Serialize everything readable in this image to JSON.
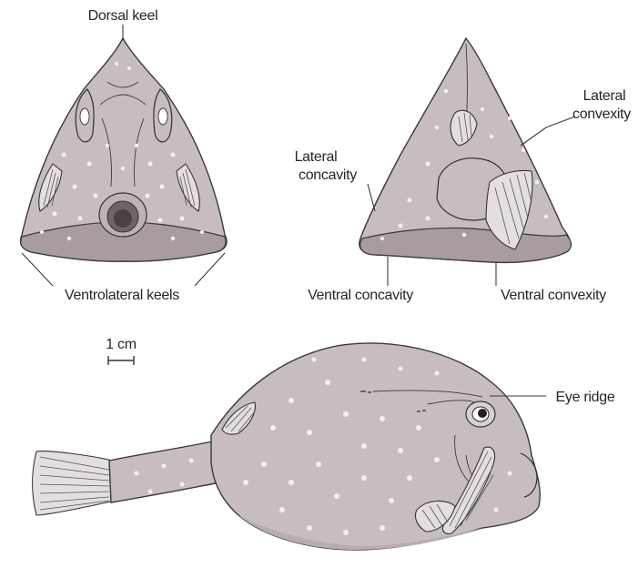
{
  "labels": {
    "dorsal_keel": "Dorsal keel",
    "ventrolateral_keels": "Ventrolateral keels",
    "lateral_convexity_line1": "Lateral",
    "lateral_convexity_line2": "convexity",
    "lateral_concavity_line1": "Lateral",
    "lateral_concavity_line2": "concavity",
    "ventral_concavity": "Ventral concavity",
    "ventral_convexity": "Ventral convexity",
    "scale_bar": "1 cm",
    "eye_ridge": "Eye ridge"
  },
  "colors": {
    "body": "#c7bdbf",
    "ventral_shade": "#a89c9e",
    "spots": "#f2eff0",
    "lines": "#2f2f2f"
  }
}
